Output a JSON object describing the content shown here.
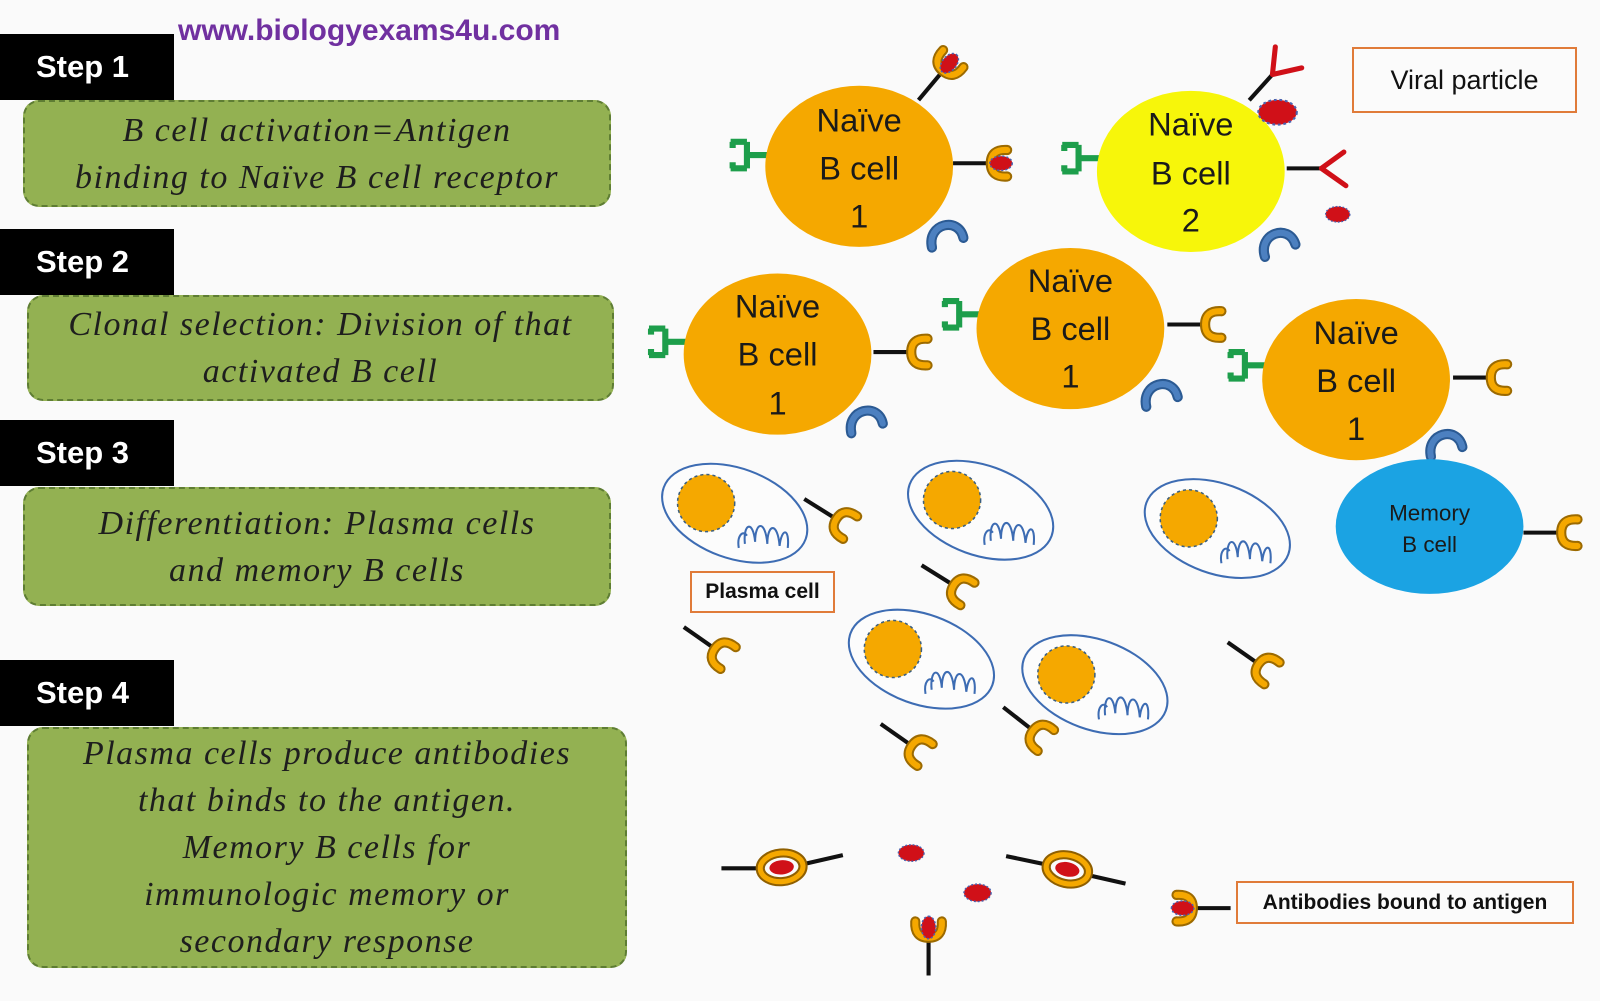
{
  "site_url": "www.biologyexams4u.com",
  "steps": [
    {
      "label": "Step 1",
      "lines": [
        "B cell activation=Antigen",
        "binding to Naïve B cell receptor"
      ]
    },
    {
      "label": "Step 2",
      "lines": [
        "Clonal selection: Division of that",
        "activated B cell"
      ]
    },
    {
      "label": "Step 3",
      "lines": [
        "Differentiation: Plasma cells",
        "and memory B cells"
      ]
    },
    {
      "label": "Step 4",
      "lines": [
        "Plasma cells produce antibodies",
        "that binds to the antigen.",
        "Memory B cells for",
        "immunologic memory or",
        "secondary response"
      ]
    }
  ],
  "naive_b_cells": [
    {
      "lines": [
        "Naïve",
        "B cell",
        "1"
      ]
    },
    {
      "lines": [
        "Naïve",
        "B cell",
        "2"
      ]
    },
    {
      "lines": [
        "Naïve",
        "B cell",
        "1"
      ]
    },
    {
      "lines": [
        "Naïve",
        "B cell",
        "1"
      ]
    },
    {
      "lines": [
        "Naïve",
        "B cell",
        "1"
      ]
    }
  ],
  "memory_b_cell": {
    "lines": [
      "Memory",
      "B cell"
    ]
  },
  "labels": {
    "viral_particle": "Viral particle",
    "plasma_cell": "Plasma cell",
    "antibodies_bound": "Antibodies bound to antigen"
  },
  "icons": {
    "antibody": "antibody-icon",
    "antibody_bound": "antibody-bound-antigen-icon",
    "green_receptor": "green-receptor-icon",
    "blue_receptor": "blue-receptor-icon",
    "red_receptor": "red-receptor-icon",
    "antigen": "antigen-icon",
    "complex": "antibody-antigen-complex-icon"
  },
  "colors": {
    "naive_orange": "#f5a800",
    "naive_yellow": "#f7f60a",
    "memory_blue": "#1ba3e3",
    "step_green": "#93b152",
    "step_label_black": "#000000",
    "url_purple": "#7030a0",
    "label_border_orange": "#e07b39",
    "antigen_red": "#d01018"
  }
}
